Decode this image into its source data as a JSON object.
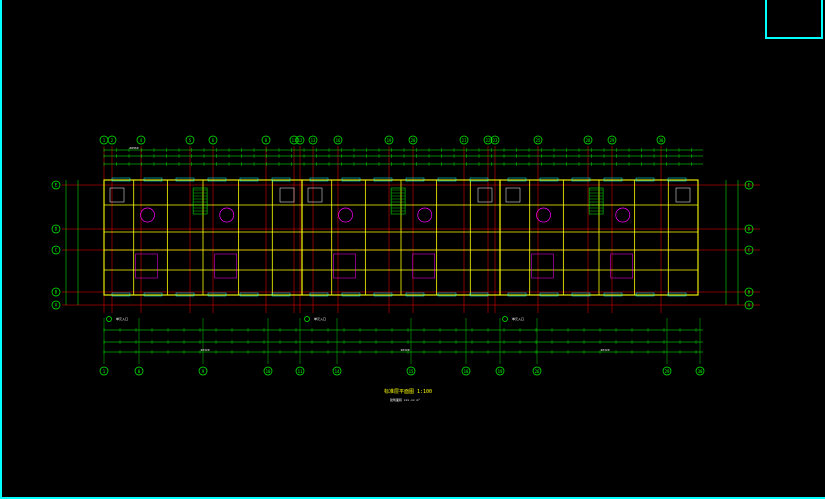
{
  "drawing": {
    "title": "标准层平面图 1:100",
    "subtitle": "建筑面积 xxx.xx m²",
    "grid_top": [
      "1",
      "2",
      "4",
      "5",
      "6",
      "8",
      "11",
      "12",
      "13",
      "16",
      "19",
      "20",
      "21",
      "22",
      "23",
      "25",
      "28",
      "29",
      "30"
    ],
    "grid_bottom": [
      "1",
      "8",
      "9",
      "10",
      "11",
      "14",
      "15",
      "18",
      "19",
      "26",
      "29",
      "30"
    ],
    "grid_left": [
      "E",
      "D",
      "C",
      "B",
      "A"
    ],
    "grid_right": [
      "E",
      "D",
      "C",
      "B",
      "A"
    ],
    "unit_labels": [
      "单元入口",
      "单元入口",
      "单元入口"
    ],
    "overall_dims": [
      "60960",
      "20320",
      "20320",
      "20320"
    ]
  },
  "colors": {
    "frame": "#00ffff",
    "grid": "#ff0000",
    "dimension": "#00ff00",
    "wall": "#ffff00",
    "furniture": "#ff00ff",
    "text": "#ffffff",
    "window": "#00ffff"
  }
}
